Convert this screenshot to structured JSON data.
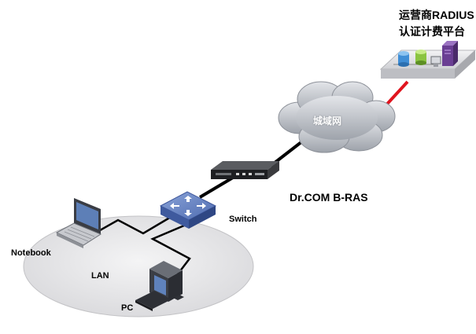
{
  "diagram": {
    "radius_platform_line1": "运营商RADIUS",
    "radius_platform_line2": "认证计费平台",
    "cloud_label": "城域网",
    "bras_label": "Dr.COM B-RAS",
    "switch_label": "Switch",
    "notebook_label": "Notebook",
    "lan_label": "LAN",
    "pc_label": "PC"
  },
  "colors": {
    "link_black": "#000000",
    "link_red": "#e0141e",
    "lan_ellipse": "#e4e4e6",
    "cloud_fill": "#c9ccd1",
    "switch_blue": "#5a78b8"
  },
  "icons": [
    "server-icon",
    "database-icon",
    "cloud-icon",
    "router-icon",
    "switch-icon",
    "laptop-icon",
    "desktop-pc-icon"
  ]
}
